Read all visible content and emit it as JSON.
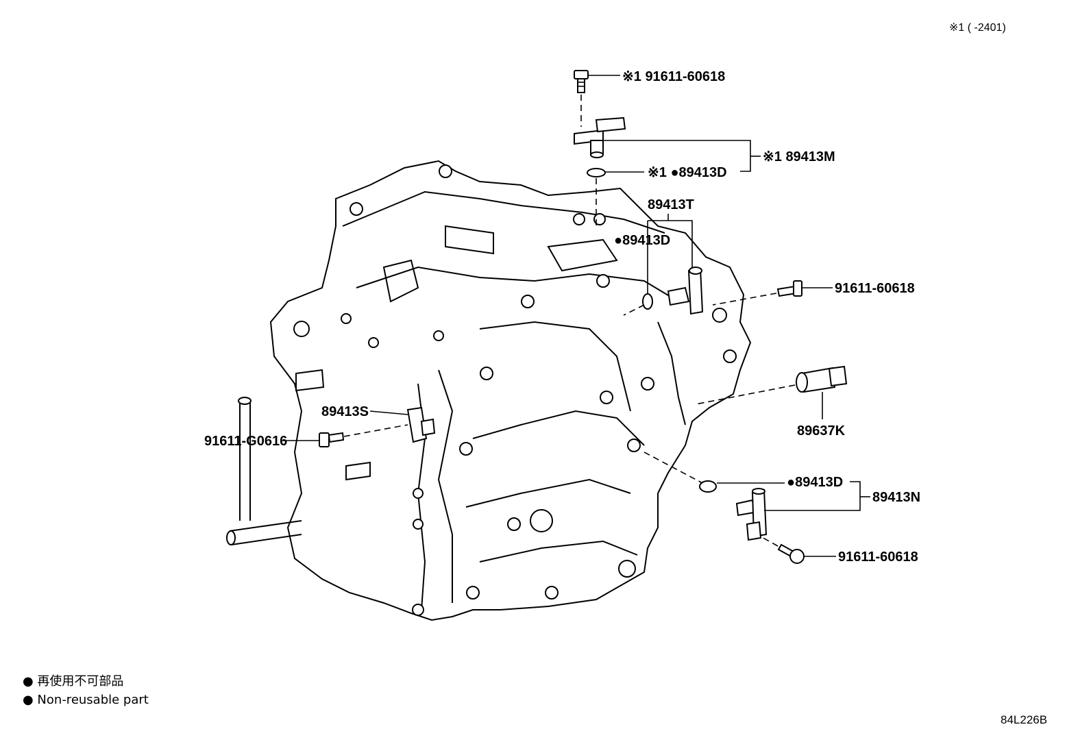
{
  "header": {
    "note": "※1 (      -2401)"
  },
  "callouts": [
    {
      "id": "bolt-top",
      "text": "※1 91611-60618"
    },
    {
      "id": "sensor-m",
      "text": "※1 89413M"
    },
    {
      "id": "oring-top",
      "text": "※1 ●89413D"
    },
    {
      "id": "sensor-t",
      "text": "89413T"
    },
    {
      "id": "oring-t",
      "text": "●89413D"
    },
    {
      "id": "bolt-right-upper",
      "text": "91611-60618"
    },
    {
      "id": "sensor-k",
      "text": "89637K"
    },
    {
      "id": "sensor-s",
      "text": "89413S"
    },
    {
      "id": "bolt-left",
      "text": "91611-G0616"
    },
    {
      "id": "oring-n",
      "text": "●89413D"
    },
    {
      "id": "sensor-n",
      "text": "89413N"
    },
    {
      "id": "bolt-right-lower",
      "text": "91611-60618"
    }
  ],
  "legend": {
    "ja": "● 再使用不可部品",
    "en": "● Non-reusable part"
  },
  "footer": {
    "code": "84L226B"
  }
}
